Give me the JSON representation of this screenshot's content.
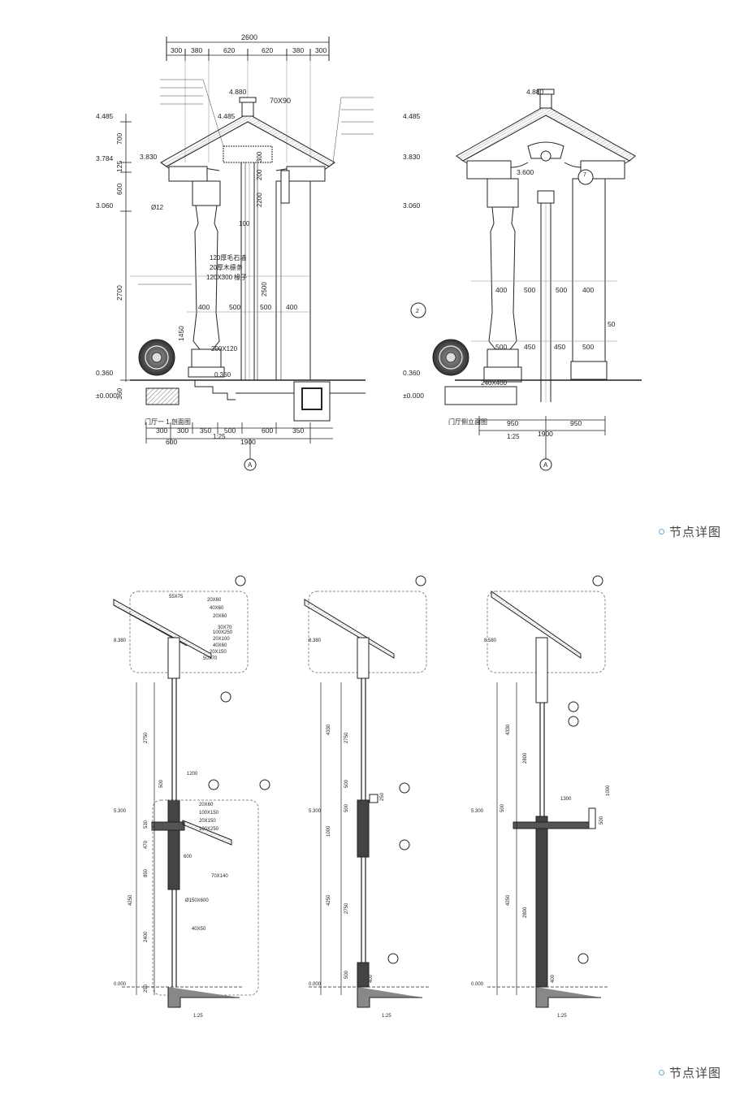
{
  "captions": [
    "节点详图",
    "节点详图"
  ],
  "elevation_left": {
    "top_dims": [
      "300",
      "380",
      "620",
      "620",
      "380",
      "300"
    ],
    "total_top": "2600",
    "levels": [
      "4.485",
      "3.784",
      "3.830",
      "3.060",
      "0.360",
      "±0.000"
    ],
    "level_ridge": "4.880",
    "level_eave": "4.485",
    "left_dims": [
      "700",
      "125",
      "600",
      "2700",
      "360"
    ],
    "inner_dims": [
      "1450"
    ],
    "notes": [
      "70X90",
      "120厚毛石墙",
      "20厚木檩条",
      "120X300 椽子",
      "200X120",
      "Ø12",
      "100",
      "2500",
      "2200",
      "200",
      "300",
      "0.360"
    ],
    "col_dims": [
      "400",
      "500",
      "500",
      "400"
    ],
    "bottom_dims_1": [
      "300",
      "300",
      "350",
      "500",
      "600",
      "350"
    ],
    "bottom_total": "1900",
    "bottom_left": "600",
    "scale": "1:25",
    "section_label": "门厅一 1 剖面图",
    "axis": "A"
  },
  "elevation_right": {
    "levels": [
      "4.485",
      "3.830",
      "3.060",
      "0.360",
      "±0.000"
    ],
    "level_ridge": "4.880",
    "level_mid": "3.600",
    "tags": [
      "2",
      "7"
    ],
    "col_dims_top": [
      "400",
      "500",
      "500",
      "400"
    ],
    "col_dims_bottom": [
      "500",
      "450",
      "450",
      "500"
    ],
    "note_50": "50",
    "base": "240X400",
    "bottom_dims": [
      "950",
      "950"
    ],
    "bottom_total": "1900",
    "scale": "1:25",
    "section_label": "门厅侧立面图",
    "axis": "A"
  },
  "sections": [
    {
      "level_top": "8.380",
      "level_mid": "5.300",
      "level_bot": "0.000",
      "dims": [
        "2750",
        "500",
        "530",
        "470",
        "850",
        "2400",
        "250",
        "4250"
      ],
      "notes": [
        "1200",
        "20X60",
        "100X150",
        "20X150",
        "100X250",
        "600",
        "70X140",
        "Ø150X600",
        "40X50"
      ],
      "scale": "1:25"
    },
    {
      "level_top": "8.380",
      "level_mid": "5.300",
      "level_bot": "0.000",
      "dims": [
        "4330",
        "2750",
        "500",
        "500",
        "1000",
        "4250",
        "2750",
        "500"
      ],
      "notes": [
        "250",
        "400"
      ],
      "scale": "1:25"
    },
    {
      "level_top": "8.580",
      "level_mid": "5.300",
      "level_bot": "0.000",
      "dims": [
        "4330",
        "2800",
        "500",
        "500",
        "4250",
        "2800"
      ],
      "notes": [
        "1300",
        "1000",
        "400"
      ],
      "scale": "1:25"
    }
  ],
  "detail_notes": [
    "20X60",
    "40X60",
    "20X60",
    "30X70",
    "20X100",
    "40X60",
    "20X150",
    "50X70",
    "100X250",
    "55X75"
  ]
}
